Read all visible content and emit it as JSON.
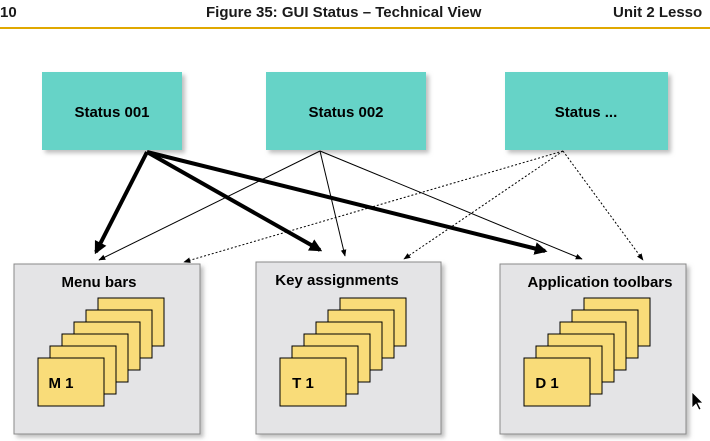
{
  "header": {
    "page_number": "10",
    "figure_title": "Figure 35: GUI Status – Technical View",
    "section": "Unit 2 Lesso"
  },
  "statuses": [
    {
      "label": "Status 001"
    },
    {
      "label": "Status 002"
    },
    {
      "label": "Status ..."
    }
  ],
  "containers": [
    {
      "title": "Menu bars",
      "card_label": "M 1"
    },
    {
      "title": "Key assignments",
      "card_label": "T 1"
    },
    {
      "title": "Application toolbars",
      "card_label": "D 1"
    }
  ],
  "colors": {
    "status_fill": "#66d3c7",
    "container_fill": "#e4e4e6",
    "card_fill": "#f9dc79",
    "accent_rule": "#e0a800"
  }
}
